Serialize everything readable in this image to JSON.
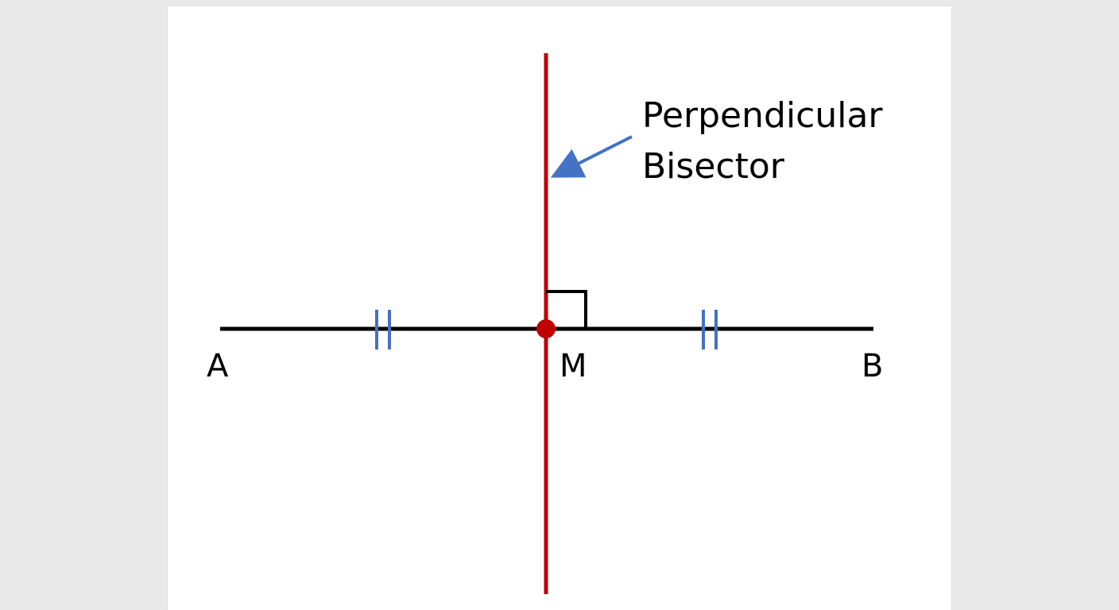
{
  "diagram": {
    "labels": {
      "a": "A",
      "b": "B",
      "m": "M"
    },
    "callout": {
      "line1": "Perpendicular",
      "line2": "Bisector"
    },
    "colors": {
      "segment": "#000000",
      "bisector": "#c00000",
      "midpoint": "#c00000",
      "tick_marks": "#4472c4",
      "arrow": "#4472c4",
      "right_angle": "#000000"
    }
  }
}
